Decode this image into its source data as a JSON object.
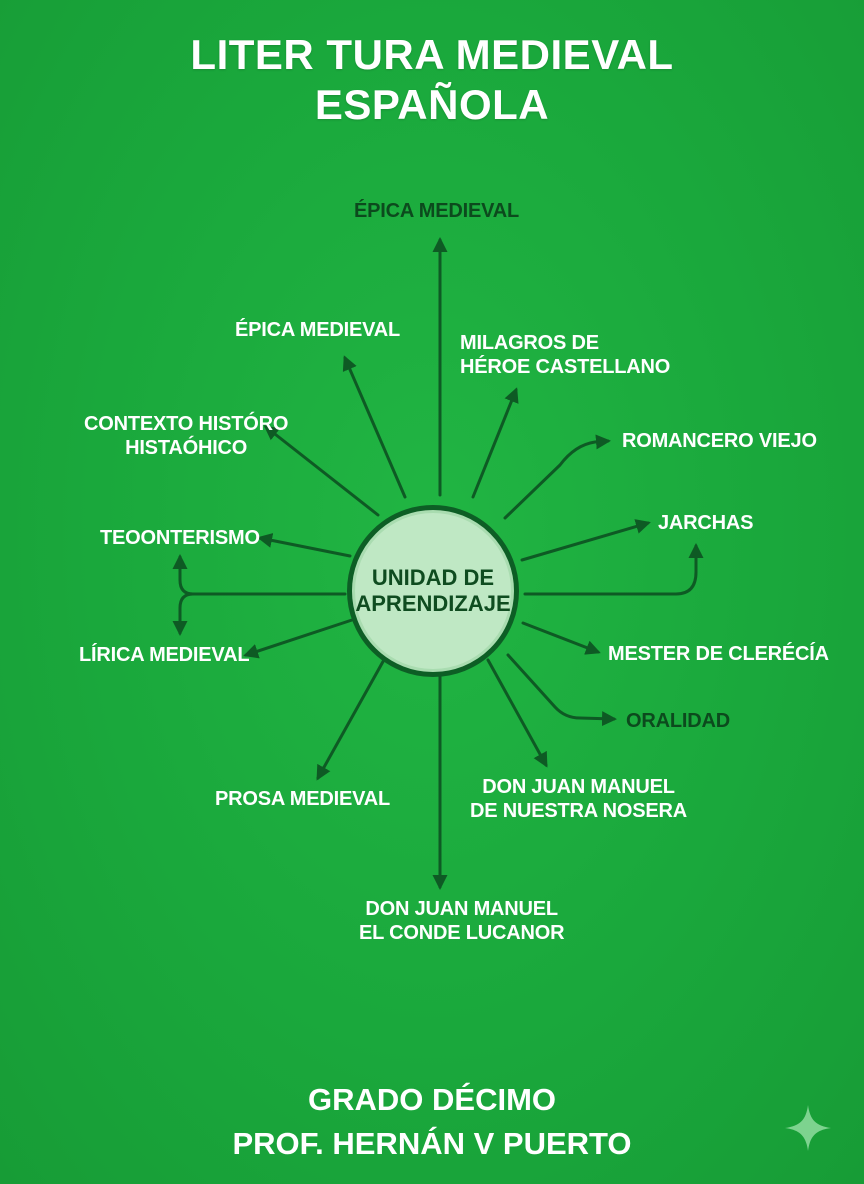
{
  "title": {
    "line1": "LITER TURA MEDIEVAL",
    "line2": "ESPAÑOLA"
  },
  "center": {
    "line1": "UNIDAD DE",
    "line2": "APRENDIZAJE"
  },
  "nodes": {
    "top": "ÉPICA MEDIEVAL",
    "upper_left": "ÉPICA MEDIEVAL",
    "milagros": [
      "MILAGROS DE",
      "HÉROE CASTELLANO"
    ],
    "contexto": [
      "CONTEXTO HISTÓRO",
      "HISTAÓHICO"
    ],
    "romancero": "ROMANCERO VIEJO",
    "teocentrismo": "TEOONTERISMO",
    "jarchas": "JARCHAS",
    "lirica": "LÍRICA MEDIEVAL",
    "mester": "MESTER DE CLERÉCÍA",
    "oralidad": "ORALIDAD",
    "prosa": "PROSA MEDIEVAL",
    "don_juan_nosera": [
      "DON JUAN MANUEL",
      "DE NUESTRA NOSERA"
    ],
    "conde_lucanor": [
      "DON JUAN MANUEL",
      "EL CONDE LUCANOR"
    ]
  },
  "footer": {
    "grade": "GRADO DÉCIMO",
    "teacher": "PROF. HERNÁN V PUERTO"
  },
  "colors": {
    "background": "#1aa83c",
    "arrow": "#0e5a24",
    "center_fill": "#bfe8c4",
    "text_light": "#ffffff",
    "text_dark": "#0c4a1d"
  },
  "icons": {
    "corner": "sparkle-icon"
  }
}
